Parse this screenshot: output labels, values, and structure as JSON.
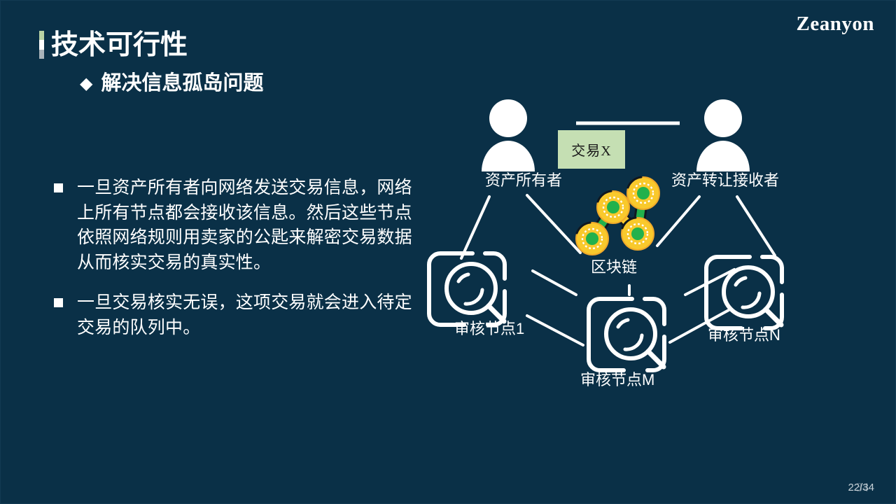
{
  "brand": {
    "logo_text": "Zeanyon"
  },
  "header": {
    "title": "技术可行性",
    "subtitle": "解决信息孤岛问题",
    "subtitle_bullet_glyph": "◆"
  },
  "content": {
    "bullets": [
      "一旦资产所有者向网络发送交易信息，网络上所有节点都会接收该信息。然后这些节点依照网络规则用卖家的公匙来解密交易数据从而核实交易的真实性。",
      "一旦交易核实无误，这项交易就会进入待定交易的队列中。"
    ]
  },
  "diagram": {
    "transaction_box_label": "交易X",
    "actors": {
      "owner": "资产所有者",
      "receiver": "资产转让接收者"
    },
    "blockchain_label": "区块链",
    "nodes": [
      {
        "id": "node1",
        "label": "审核节点1"
      },
      {
        "id": "nodeM",
        "label": "审核节点M"
      },
      {
        "id": "nodeN",
        "label": "审核节点N"
      }
    ]
  },
  "footer": {
    "page_number": "22/34",
    "watermark": "34"
  },
  "colors": {
    "background": "#0a3047",
    "text": "#ffffff",
    "transaction_box": "#c5dfb3",
    "chain_node_ring": "#f9c92c",
    "chain_node_core": "#22b14c",
    "chain_link": "#22b14c",
    "marker_green": "#b9d3a4",
    "marker_gray": "#a9b3ba"
  }
}
